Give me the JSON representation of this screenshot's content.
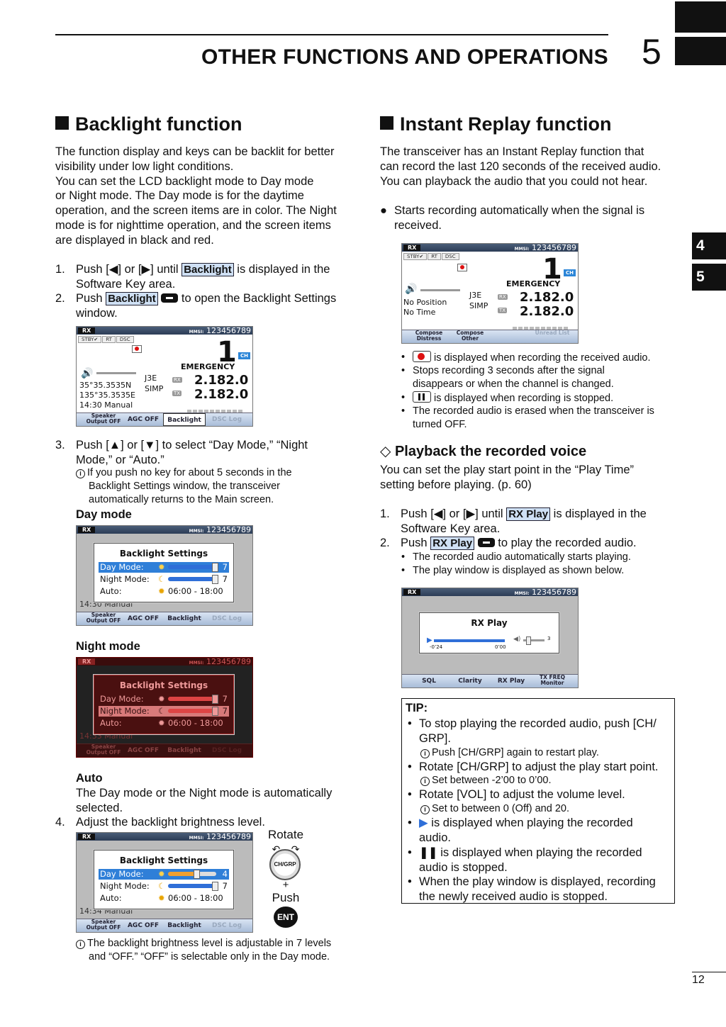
{
  "header": {
    "title": "OTHER FUNCTIONS AND OPERATIONS",
    "chapter": "5"
  },
  "side_tabs": [
    "4",
    "5"
  ],
  "page_number": "12",
  "left": {
    "heading": "Backlight function",
    "intro": [
      "The function display and keys can be backlit for better",
      "visibility under low light conditions.",
      "You can set the LCD backlight mode to Day mode",
      "or Night mode. The Day mode is for the daytime",
      "operation, and the screen items are in color. The Night",
      "mode is for nighttime operation, and the screen items",
      "are displayed in black and red."
    ],
    "step1": {
      "num": "1.",
      "pre": "Push [◀] or [▶] until ",
      "key": "Backlight",
      "post": " is displayed in the",
      "line2": "Software Key area."
    },
    "step2": {
      "num": "2.",
      "pre": "Push ",
      "key": "Backlight",
      "post": " to open the Backlight Settings",
      "line2": "window."
    },
    "step3": {
      "num": "3.",
      "line1": "Push [▲] or [▼] to select “Day Mode,” “Night",
      "line2": "Mode,” or “Auto.”",
      "note": [
        "If you push no key for about 5 seconds in the",
        "Backlight Settings window, the transceiver",
        "automatically returns to the Main screen."
      ]
    },
    "day_label": "Day mode",
    "night_label": "Night mode",
    "auto_label": "Auto",
    "auto_text": [
      "The Day mode or the Night mode is automatically",
      "selected."
    ],
    "step4": {
      "num": "4.",
      "text": "Adjust the backlight brightness level."
    },
    "rotate": "Rotate",
    "knob_label": "CH/GRP",
    "plus": "+",
    "push": "Push",
    "ent": "ENT",
    "final_note": [
      "The backlight brightness level is adjustable in 7 levels",
      "and “OFF.” “OFF” is selectable only in the Day mode."
    ]
  },
  "right": {
    "heading": "Instant Replay function",
    "intro": [
      "The transceiver has an Instant Replay function that",
      "can record the last 120 seconds of the received audio.",
      "You can playback the audio that you could not hear."
    ],
    "bullet_main": [
      "Starts recording automatically when the signal is",
      "received."
    ],
    "bullets": [
      {
        "text": " is displayed when recording the received audio.",
        "icon": "record-icon"
      },
      {
        "text": "Stops recording 3 seconds after the signal",
        "line2": "disappears or when the channel is changed."
      },
      {
        "text": " is displayed when recording is stopped.",
        "icon": "pause-icon"
      },
      {
        "text": "The recorded audio is erased when the transceiver is",
        "line2": "turned OFF."
      }
    ],
    "sub_heading": "Playback the recorded voice",
    "sub_intro": [
      "You can set the play start point in the “Play Time”",
      "setting before playing. (p. 60)"
    ],
    "step1": {
      "num": "1.",
      "pre": "Push [◀] or [▶] until ",
      "key": "RX Play",
      "post": " is displayed in the",
      "line2": "Software Key area."
    },
    "step2": {
      "num": "2.",
      "pre": "Push ",
      "key": "RX Play",
      "post": " to play the recorded audio."
    },
    "step2_bullets": [
      "The recorded audio automatically starts playing.",
      "The play window is displayed as shown below."
    ],
    "tip": {
      "title": "TIP:",
      "items": [
        {
          "lines": [
            "To stop playing the recorded audio, push [CH/",
            "GRP]."
          ],
          "note": "Push [CH/GRP] again to restart play."
        },
        {
          "lines": [
            "Rotate [CH/GRP] to adjust the play start point."
          ],
          "note": "Set between -2’00 to 0’00."
        },
        {
          "lines": [
            "Rotate [VOL] to adjust the volume level."
          ],
          "note": "Set to between 0 (Off) and 20."
        },
        {
          "lines": [
            " is displayed when playing the recorded",
            "audio."
          ],
          "icon": "play-icon"
        },
        {
          "lines": [
            " is displayed when playing the recorded",
            "audio is stopped."
          ],
          "icon": "pause-icon"
        },
        {
          "lines": [
            "When the play window is displayed, recording",
            "the newly received audio is stopped."
          ]
        }
      ]
    }
  },
  "screens": {
    "rx": "RX",
    "mmsi_label": "MMSI:",
    "mmsi": "123456789",
    "tabs": [
      "STBY✔",
      "RT",
      "DSC"
    ],
    "channel": "1",
    "ch_tag": "CH",
    "emergency": "EMERGENCY",
    "mode1": "J3E",
    "mode2": "SIMP",
    "rx_tag": "RX",
    "tx_tag": "TX",
    "freq_rx": "2.182.0",
    "freq_tx": "2.182.0",
    "lat": "35°35.3535N",
    "lon": "135°35.3535E",
    "time_manual": "14:30 Manual",
    "time_manual_2": "14:33 Manual",
    "time_manual_3": "14:34 Manual",
    "no_position": "No Position",
    "no_time": "No Time",
    "softkeys_main": [
      "Speaker Output OFF",
      "AGC OFF",
      "Backlight",
      "DSC Log"
    ],
    "softkeys_replay": [
      "Compose Distress",
      "Compose Other",
      "",
      "Unread List"
    ],
    "softkeys_play": [
      "SQL",
      "Clarity",
      "RX Play",
      "TX FREQ Monitor"
    ],
    "dialog": {
      "title": "Backlight Settings",
      "day": "Day Mode:",
      "night": "Night Mode:",
      "auto": "Auto:",
      "auto_range": "06:00 - 18:00",
      "day_val": "7",
      "night_val": "7",
      "day_val_adj": "4"
    },
    "play": {
      "title": "RX Play",
      "start": "-0’24",
      "end": "0’00",
      "vol": "3"
    }
  },
  "colors": {
    "accent": "#2f7fd8",
    "key_bg": "#cfe0f4",
    "night": "#4a1010",
    "record": "#d11111"
  }
}
